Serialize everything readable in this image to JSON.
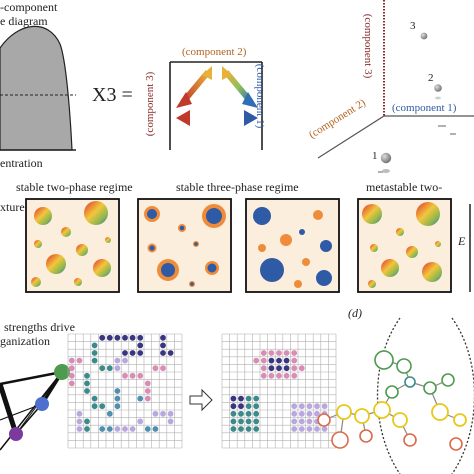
{
  "panel_a": {
    "title_line1": "-component",
    "title_line2": "e diagram",
    "xlabel": "entration",
    "equation": "X3 =",
    "tri_top": "(component 2)",
    "tri_left": "(component 3)",
    "tri_right": "(component 1)"
  },
  "panel_b": {
    "axis_component_1": "(component 1)",
    "axis_component_2": "(component 2)",
    "axis_component_3": "(component 3)",
    "point_labels": [
      "1",
      "2",
      "3"
    ]
  },
  "panel_c": {
    "row_label": "xture",
    "regimes": [
      "stable two-phase regime",
      "stable three-phase regime",
      "metastable two-"
    ],
    "energy_label": "E"
  },
  "panel_d": {
    "caption_line1": "strengths drive",
    "caption_line2": "ganization",
    "panel_label": "(d)"
  },
  "colors": {
    "background": "#fbeedd",
    "blue": "#2f5aa6",
    "orange": "#ef8c3a",
    "purple_dot": "#3a3580",
    "teal_dot": "#3c8b8a",
    "pink_dot": "#d98cb4",
    "green_node": "#4e9a4e",
    "yellow_node": "#e8c81a",
    "grid_line": "#b0b0b0"
  }
}
